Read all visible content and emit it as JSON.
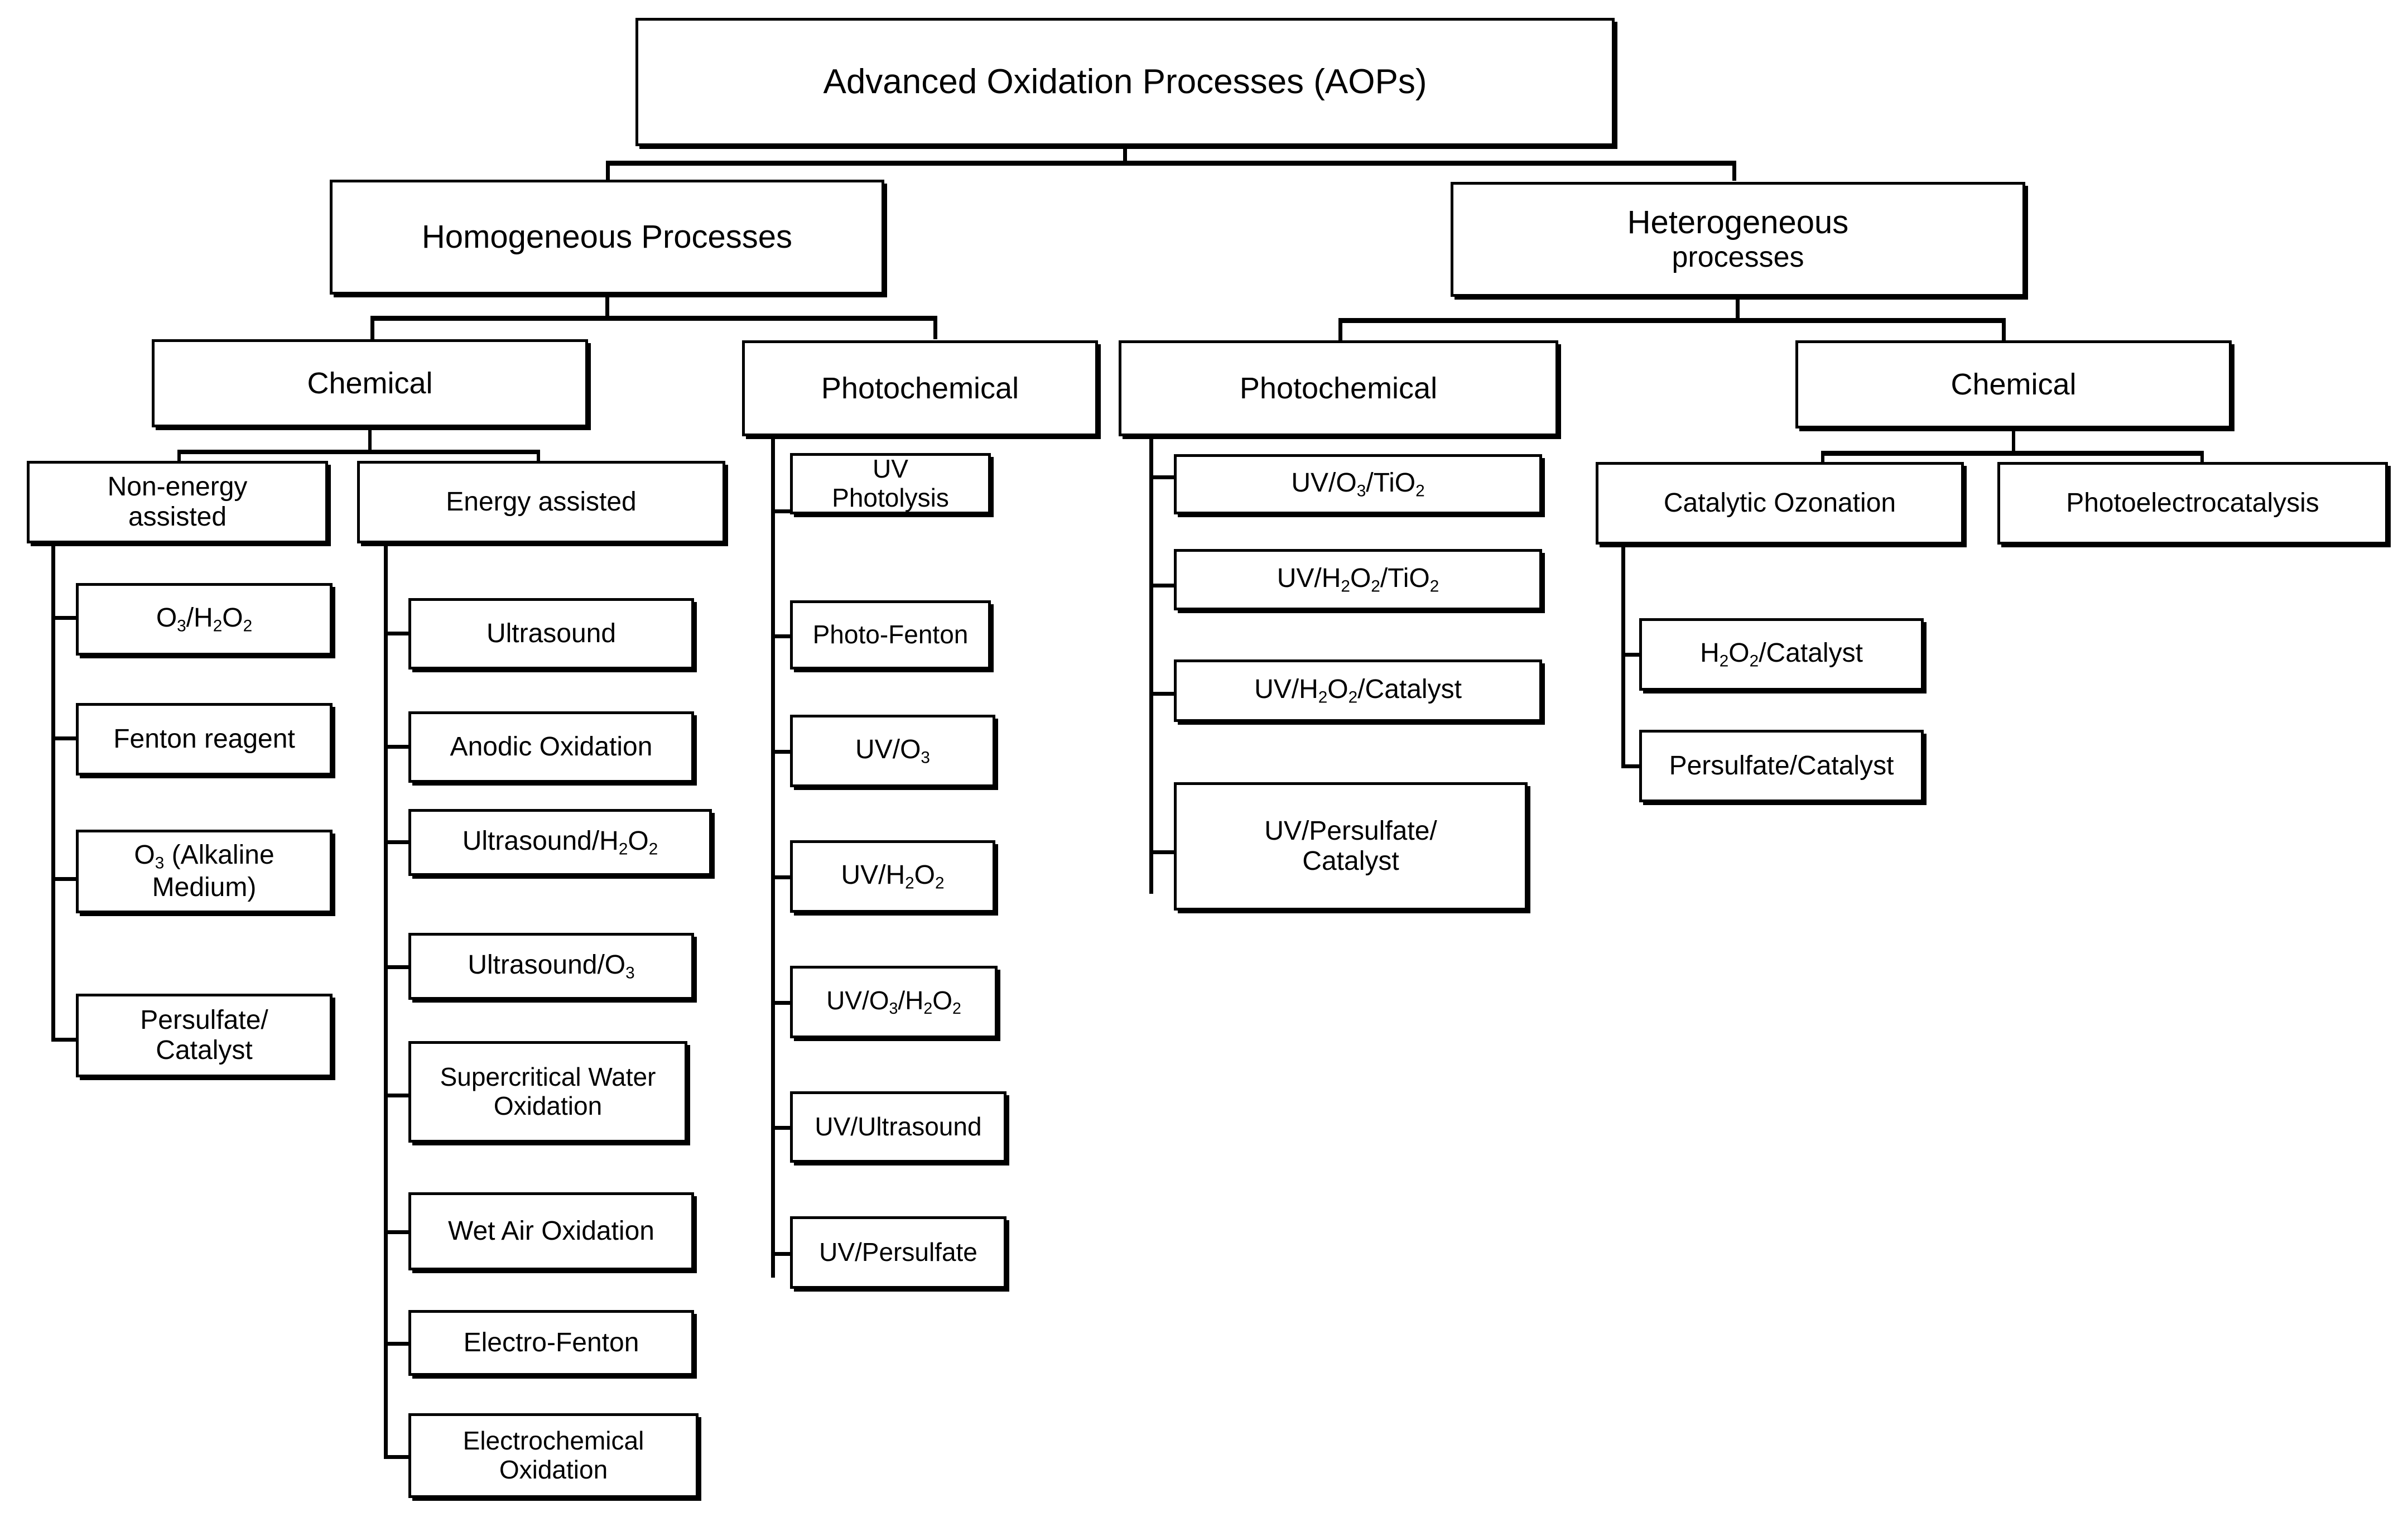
{
  "diagram": {
    "title": "Advanced Oxidation Processes (AOPs)",
    "type": "hierarchical-tree",
    "root": {
      "label": "Advanced Oxidation Processes (AOPs)"
    },
    "level2": {
      "homogeneous": {
        "label": "Homogeneous Processes"
      },
      "heterogeneous": {
        "label_main": "Heterogeneous",
        "label_sub": "processes"
      }
    },
    "level3": {
      "hom_chemical": {
        "label": "Chemical"
      },
      "hom_photochemical": {
        "label": "Photochemical"
      },
      "het_photochemical": {
        "label": "Photochemical"
      },
      "het_chemical": {
        "label": "Chemical"
      }
    },
    "level4": {
      "non_energy_assisted": {
        "line1": "Non-energy",
        "line2": "assisted"
      },
      "energy_assisted": {
        "label": "Energy assisted"
      },
      "catalytic_ozonation": {
        "label": "Catalytic Ozonation"
      },
      "photoelectrocatalysis": {
        "label": "Photoelectrocatalysis"
      }
    },
    "leaves": {
      "non_energy_assisted": [
        {
          "html": "O<sub>3</sub>/H<sub>2</sub>O<sub>2</sub>",
          "text": "O3/H2O2"
        },
        {
          "html": "Fenton reagent",
          "text": "Fenton reagent"
        },
        {
          "html": "O<sub>3</sub> (Alkaline<br>Medium)",
          "text": "O3 (Alkaline Medium)"
        },
        {
          "html": "Persulfate/<br>Catalyst",
          "text": "Persulfate/ Catalyst"
        }
      ],
      "energy_assisted": [
        {
          "html": "Ultrasound",
          "text": "Ultrasound"
        },
        {
          "html": "Anodic Oxidation",
          "text": "Anodic Oxidation"
        },
        {
          "html": "Ultrasound/H<sub>2</sub>O<sub>2</sub>",
          "text": "Ultrasound/H2O2"
        },
        {
          "html": "Ultrasound/O<sub>3</sub>",
          "text": "Ultrasound/O3"
        },
        {
          "html": "Supercritical Water<br>Oxidation",
          "text": "Supercritical Water Oxidation"
        },
        {
          "html": "Wet Air Oxidation",
          "text": "Wet Air Oxidation"
        },
        {
          "html": "Electro-Fenton",
          "text": "Electro-Fenton"
        },
        {
          "html": "Electrochemical<br>Oxidation",
          "text": "Electrochemical Oxidation"
        }
      ],
      "hom_photochemical": [
        {
          "html": "UV<br>Photolysis",
          "text": "UV Photolysis"
        },
        {
          "html": "Photo-Fenton",
          "text": "Photo-Fenton"
        },
        {
          "html": "UV/O<sub>3</sub>",
          "text": "UV/O3"
        },
        {
          "html": "UV/H<sub>2</sub>O<sub>2</sub>",
          "text": "UV/H2O2"
        },
        {
          "html": "UV/O<sub>3</sub>/H<sub>2</sub>O<sub>2</sub>",
          "text": "UV/O3/H2O2"
        },
        {
          "html": "UV/Ultrasound",
          "text": "UV/Ultrasound"
        },
        {
          "html": "UV/Persulfate",
          "text": "UV/Persulfate"
        }
      ],
      "het_photochemical": [
        {
          "html": "UV/O<sub>3</sub>/TiO<sub>2</sub>",
          "text": "UV/O3/TiO2"
        },
        {
          "html": "UV/H<sub>2</sub>O<sub>2</sub>/TiO<sub>2</sub>",
          "text": "UV/H2O2/TiO2"
        },
        {
          "html": "UV/H<sub>2</sub>O<sub>2</sub>/Catalyst",
          "text": "UV/H2O2/Catalyst"
        },
        {
          "html": "UV/Persulfate/<br>Catalyst",
          "text": "UV/Persulfate/ Catalyst"
        }
      ],
      "catalytic_ozonation": [
        {
          "html": "H<sub>2</sub>O<sub>2</sub>/Catalyst",
          "text": "H2O2/Catalyst"
        },
        {
          "html": "Persulfate/Catalyst",
          "text": "Persulfate/Catalyst"
        }
      ]
    },
    "colors": {
      "stroke": "#000000",
      "fill": "#ffffff",
      "text": "#000000"
    }
  }
}
